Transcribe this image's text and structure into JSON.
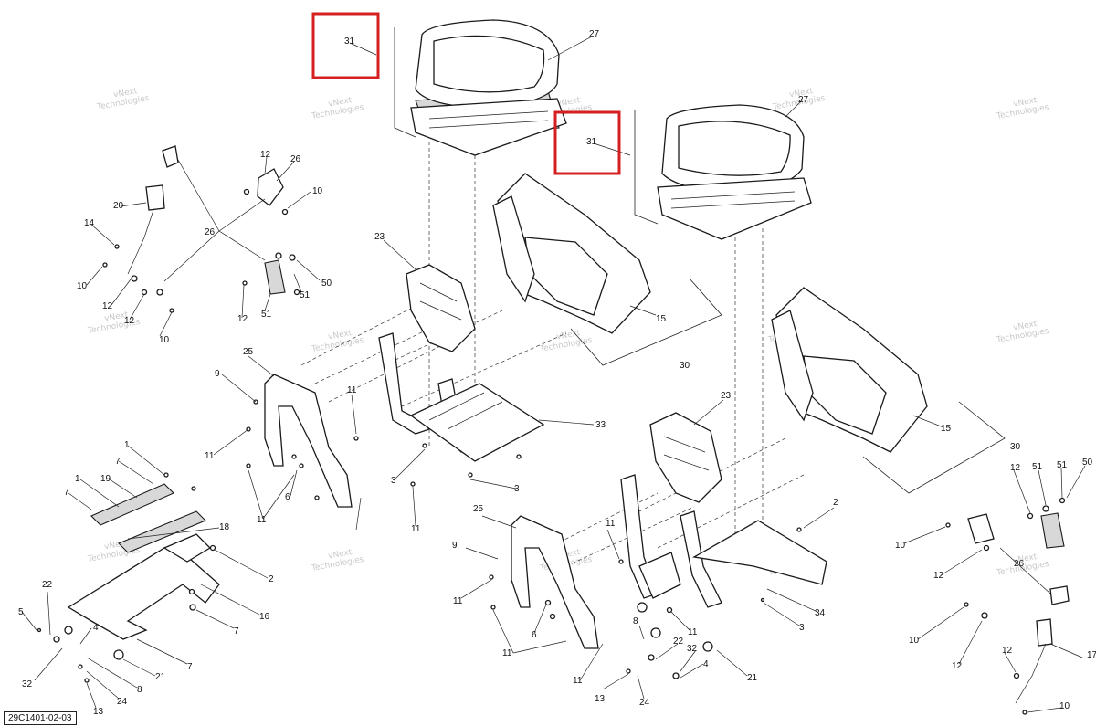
{
  "diagram": {
    "reference_code": "29C1401-02-03",
    "watermark": [
      "vNext",
      "Technologies"
    ],
    "highlight_color": "#d42020",
    "callouts": [
      {
        "id": "c31a",
        "text": "31",
        "highlighted": true
      },
      {
        "id": "c27a",
        "text": "27"
      },
      {
        "id": "c31b",
        "text": "31",
        "highlighted": true
      },
      {
        "id": "c27b",
        "text": "27"
      },
      {
        "id": "c26a",
        "text": "26"
      },
      {
        "id": "c12a",
        "text": "12"
      },
      {
        "id": "c10a",
        "text": "10"
      },
      {
        "id": "c20",
        "text": "20"
      },
      {
        "id": "c14",
        "text": "14"
      },
      {
        "id": "c26b",
        "text": "26"
      },
      {
        "id": "c10b",
        "text": "10"
      },
      {
        "id": "c12b",
        "text": "12"
      },
      {
        "id": "c12c",
        "text": "12"
      },
      {
        "id": "c10c",
        "text": "10"
      },
      {
        "id": "c12d",
        "text": "12"
      },
      {
        "id": "c51a",
        "text": "51"
      },
      {
        "id": "c50a",
        "text": "50"
      },
      {
        "id": "c51b",
        "text": "51"
      },
      {
        "id": "c23a",
        "text": "23"
      },
      {
        "id": "c15a",
        "text": "15"
      },
      {
        "id": "c30a",
        "text": "30"
      },
      {
        "id": "c25a",
        "text": "25"
      },
      {
        "id": "c9a",
        "text": "9"
      },
      {
        "id": "c11a",
        "text": "11"
      },
      {
        "id": "c33",
        "text": "33"
      },
      {
        "id": "c11b",
        "text": "11"
      },
      {
        "id": "c3a",
        "text": "3"
      },
      {
        "id": "c3b",
        "text": "3"
      },
      {
        "id": "c6a",
        "text": "6"
      },
      {
        "id": "c11c",
        "text": "11"
      },
      {
        "id": "c11d",
        "text": "11"
      },
      {
        "id": "c1a",
        "text": "1"
      },
      {
        "id": "c7a",
        "text": "7"
      },
      {
        "id": "c1b",
        "text": "1"
      },
      {
        "id": "c19",
        "text": "19"
      },
      {
        "id": "c7b",
        "text": "7"
      },
      {
        "id": "c18",
        "text": "18"
      },
      {
        "id": "c2a",
        "text": "2"
      },
      {
        "id": "c16",
        "text": "16"
      },
      {
        "id": "c7c",
        "text": "7"
      },
      {
        "id": "c7d",
        "text": "7"
      },
      {
        "id": "c22a",
        "text": "22"
      },
      {
        "id": "c5",
        "text": "5"
      },
      {
        "id": "c4a",
        "text": "4"
      },
      {
        "id": "c32a",
        "text": "32"
      },
      {
        "id": "c8a",
        "text": "8"
      },
      {
        "id": "c24a",
        "text": "24"
      },
      {
        "id": "c13a",
        "text": "13"
      },
      {
        "id": "c21a",
        "text": "21"
      },
      {
        "id": "c23b",
        "text": "23"
      },
      {
        "id": "c15b",
        "text": "15"
      },
      {
        "id": "c30b",
        "text": "30"
      },
      {
        "id": "c2b",
        "text": "2"
      },
      {
        "id": "c25b",
        "text": "25"
      },
      {
        "id": "c9b",
        "text": "9"
      },
      {
        "id": "c11e",
        "text": "11"
      },
      {
        "id": "c11f",
        "text": "11"
      },
      {
        "id": "c34",
        "text": "34"
      },
      {
        "id": "c3c",
        "text": "3"
      },
      {
        "id": "c6b",
        "text": "6"
      },
      {
        "id": "c11g",
        "text": "11"
      },
      {
        "id": "c11h",
        "text": "11"
      },
      {
        "id": "c8b",
        "text": "8"
      },
      {
        "id": "c11i",
        "text": "11"
      },
      {
        "id": "c22b",
        "text": "22"
      },
      {
        "id": "c32b",
        "text": "32"
      },
      {
        "id": "c4b",
        "text": "4"
      },
      {
        "id": "c21b",
        "text": "21"
      },
      {
        "id": "c13b",
        "text": "13"
      },
      {
        "id": "c24b",
        "text": "24"
      },
      {
        "id": "c12e",
        "text": "12"
      },
      {
        "id": "c51c",
        "text": "51"
      },
      {
        "id": "c51d",
        "text": "51"
      },
      {
        "id": "c50b",
        "text": "50"
      },
      {
        "id": "c10d",
        "text": "10"
      },
      {
        "id": "c12f",
        "text": "12"
      },
      {
        "id": "c26c",
        "text": "26"
      },
      {
        "id": "c10e",
        "text": "10"
      },
      {
        "id": "c12g",
        "text": "12"
      },
      {
        "id": "c12h",
        "text": "12"
      },
      {
        "id": "c17",
        "text": "17"
      },
      {
        "id": "c10f",
        "text": "10"
      }
    ]
  }
}
